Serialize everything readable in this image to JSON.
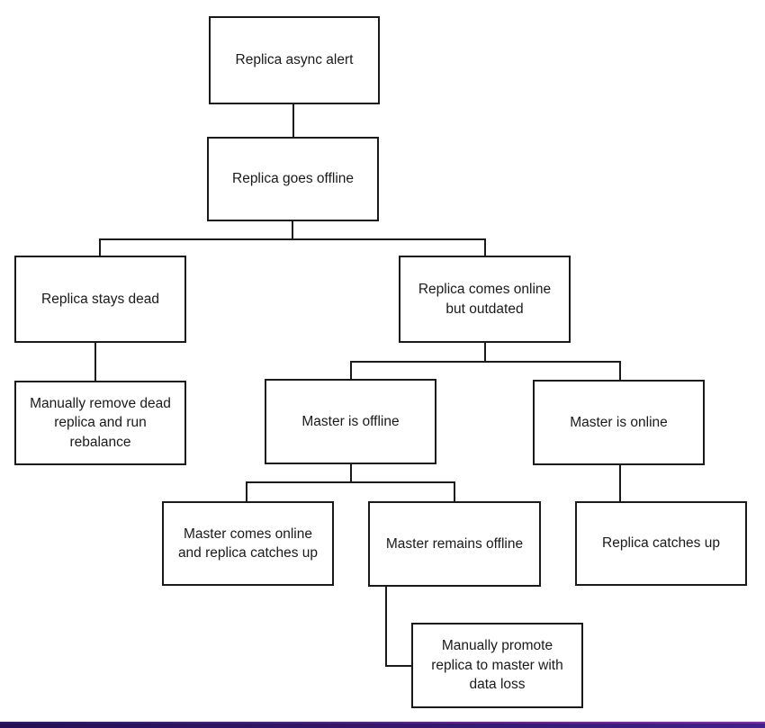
{
  "diagram": {
    "type": "flowchart",
    "nodes": {
      "replica_async_alert": {
        "label": "Replica async alert"
      },
      "replica_goes_offline": {
        "label": "Replica goes offline"
      },
      "replica_stays_dead": {
        "label": "Replica stays dead"
      },
      "manually_remove_dead": {
        "label": "Manually remove dead\nreplica and run\nrebalance"
      },
      "replica_comes_online_outdated": {
        "label": "Replica comes online\nbut outdated"
      },
      "master_is_offline": {
        "label": "Master is offline"
      },
      "master_is_online": {
        "label": "Master is online"
      },
      "master_comes_online": {
        "label": "Master comes online\nand replica catches up"
      },
      "master_remains_offline": {
        "label": "Master remains offline"
      },
      "replica_catches_up": {
        "label": "Replica catches up"
      },
      "manually_promote": {
        "label": "Manually promote\nreplica to master with\ndata loss"
      }
    },
    "edges": [
      {
        "from": "replica_async_alert",
        "to": "replica_goes_offline"
      },
      {
        "from": "replica_goes_offline",
        "to": "replica_stays_dead"
      },
      {
        "from": "replica_goes_offline",
        "to": "replica_comes_online_outdated"
      },
      {
        "from": "replica_stays_dead",
        "to": "manually_remove_dead"
      },
      {
        "from": "replica_comes_online_outdated",
        "to": "master_is_offline"
      },
      {
        "from": "replica_comes_online_outdated",
        "to": "master_is_online"
      },
      {
        "from": "master_is_offline",
        "to": "master_comes_online"
      },
      {
        "from": "master_is_offline",
        "to": "master_remains_offline"
      },
      {
        "from": "master_is_online",
        "to": "replica_catches_up"
      },
      {
        "from": "master_remains_offline",
        "to": "manually_promote"
      }
    ],
    "colors": {
      "background": "#ffffff",
      "node_border": "#1a1a1a",
      "node_fill": "#ffffff",
      "text": "#1a1a1a",
      "connector": "#1a1a1a",
      "footer_bar_dark": "#241056",
      "footer_bar_purple": "#7c2fa8"
    }
  }
}
